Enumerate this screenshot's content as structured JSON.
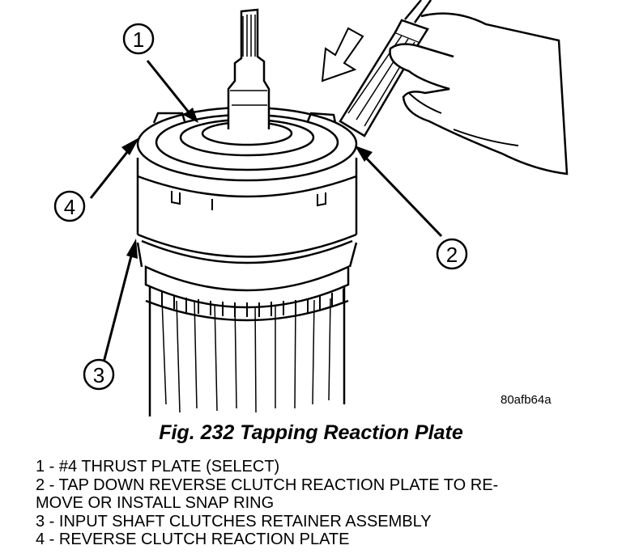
{
  "figure": {
    "code": "80afb64a",
    "title": "Fig. 232 Tapping Reaction Plate"
  },
  "callouts": [
    "1",
    "2",
    "3",
    "4"
  ],
  "legend": [
    "1 - #4 THRUST PLATE (SELECT)",
    "2 - TAP DOWN REVERSE CLUTCH REACTION PLATE TO RE-",
    "MOVE OR INSTALL SNAP RING",
    "3 - INPUT SHAFT CLUTCHES RETAINER ASSEMBLY",
    "4 - REVERSE CLUTCH REACTION PLATE"
  ]
}
